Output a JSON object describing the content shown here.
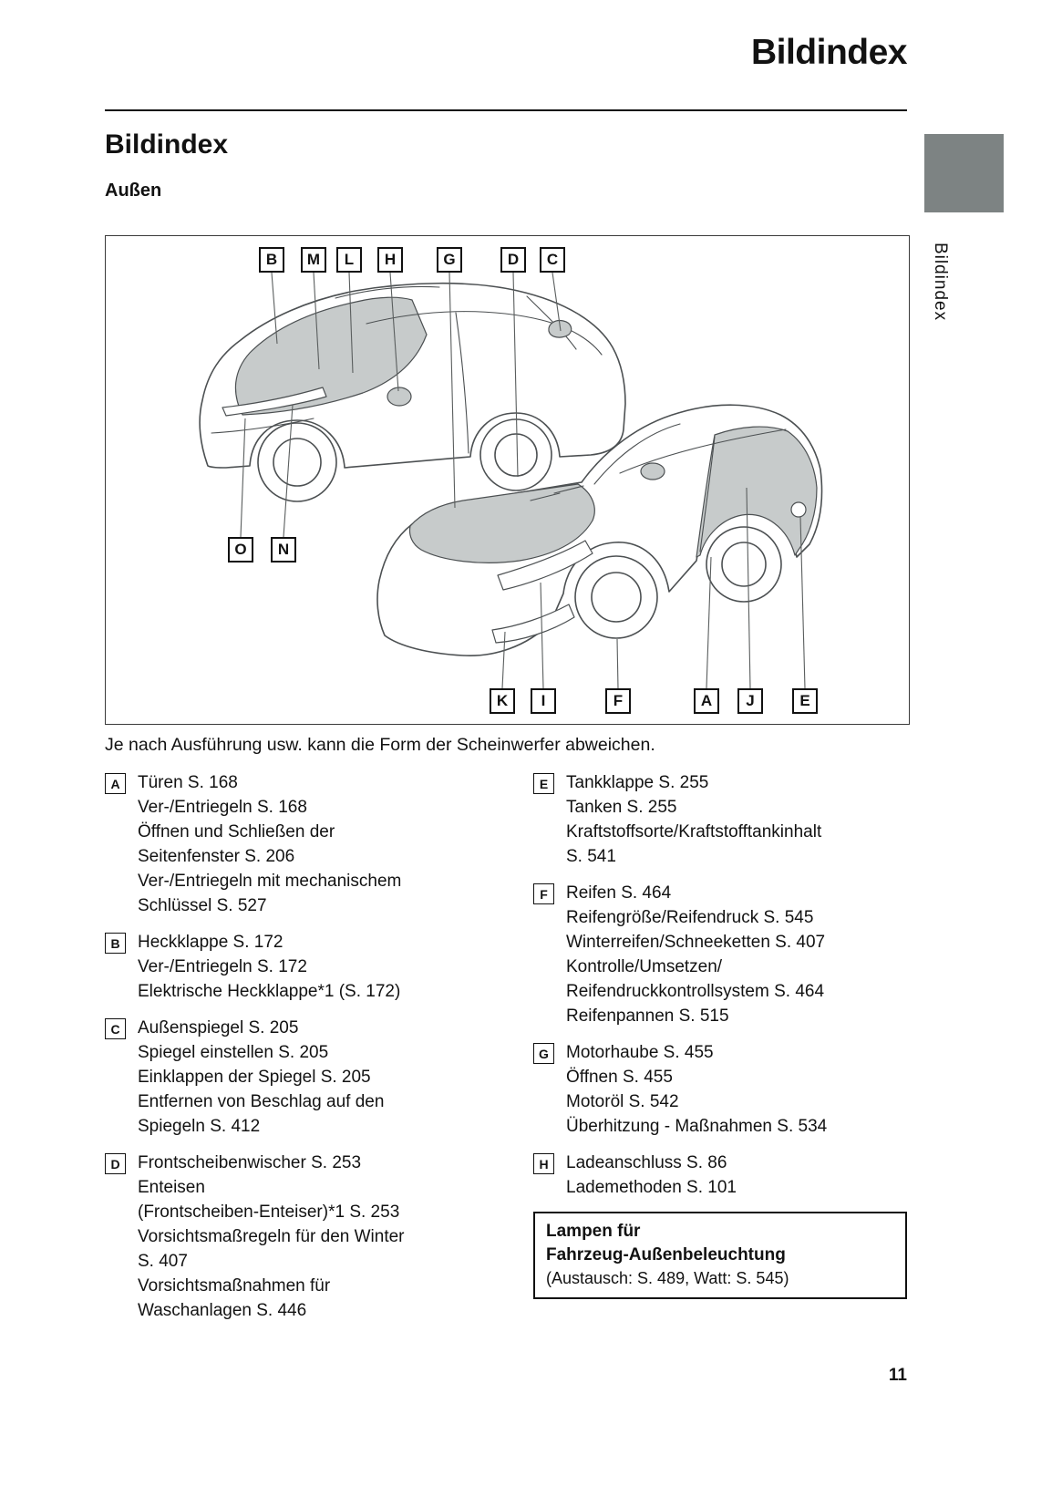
{
  "page": {
    "header_title": "Bildindex",
    "section_title": "Bildindex",
    "subsection_title": "Außen",
    "side_tab_label": "Bildindex",
    "note": "Je nach Ausführung usw. kann die Form der Scheinwerfer abweichen.",
    "page_number": "11"
  },
  "diagram": {
    "top": [
      "B",
      "M",
      "L",
      "H",
      "G",
      "D",
      "C"
    ],
    "mid": [
      "O",
      "N"
    ],
    "bottom": [
      "K",
      "I",
      "F",
      "A",
      "J",
      "E"
    ]
  },
  "index": {
    "left": [
      {
        "letter": "A",
        "text": "Türen S. 168\nVer-/Entriegeln S. 168\nÖffnen und Schließen der\nSeitenfenster S. 206\nVer-/Entriegeln mit mechanischem\nSchlüssel S. 527"
      },
      {
        "letter": "B",
        "text": "Heckklappe S. 172\nVer-/Entriegeln S. 172\nElektrische Heckklappe*1 (S. 172)"
      },
      {
        "letter": "C",
        "text": "Außenspiegel S. 205\nSpiegel einstellen S. 205\nEinklappen der Spiegel S. 205\nEntfernen von Beschlag auf den\nSpiegeln S. 412"
      },
      {
        "letter": "D",
        "text": "Frontscheibenwischer S. 253\nEnteisen\n(Frontscheiben-Enteiser)*1 S. 253\nVorsichtsmaßregeln für den Winter\nS. 407\nVorsichtsmaßnahmen für\nWaschanlagen S. 446"
      }
    ],
    "right": [
      {
        "letter": "E",
        "text": "Tankklappe S. 255\nTanken S. 255\nKraftstoffsorte/Kraftstofftankinhalt\nS. 541"
      },
      {
        "letter": "F",
        "text": "Reifen S. 464\nReifengröße/Reifendruck S. 545\nWinterreifen/Schneeketten S. 407\nKontrolle/Umsetzen/\nReifendruckkontrollsystem S. 464\nReifenpannen S. 515"
      },
      {
        "letter": "G",
        "text": "Motorhaube S. 455\nÖffnen S. 455\nMotoröl S. 542\nÜberhitzung - Maßnahmen S. 534"
      },
      {
        "letter": "H",
        "text": "Ladeanschluss S. 86\nLademethoden S. 101"
      }
    ],
    "lamp_box": {
      "line1": "Lampen für",
      "line2": "Fahrzeug-Außenbeleuchtung",
      "line3": "(Austausch: S. 489, Watt: S. 545)"
    }
  },
  "colors": {
    "tab_gray": "#7d8383",
    "panel_shade": "#c7cbcb",
    "line_gray": "#4c5052"
  }
}
